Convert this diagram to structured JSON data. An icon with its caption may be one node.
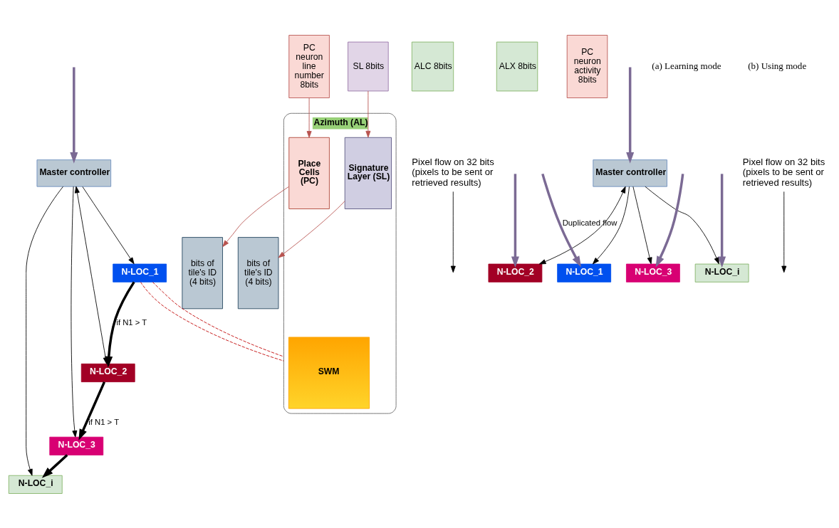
{
  "diagram": {
    "nodes": [
      {
        "text": [
          "bits of tile's ID (4 bits)"
        ]
      },
      {
        "text": [
          "ALC 8bits"
        ]
      },
      {
        "text": [
          "ALX 8bits"
        ]
      },
      {
        "text": [
          "SL 8bits"
        ]
      },
      {
        "text": [
          "Azimuth (AL)"
        ]
      },
      {
        "text": [
          "Signature Layer (SL)"
        ],
        "in": 4
      },
      {
        "text": [
          "SWM"
        ],
        "in": 4
      },
      {
        "text": [
          "Place Cells (PC)"
        ],
        "in": 4
      },
      {
        "text": [
          "bits of tile's ID (4 bits)"
        ]
      },
      {
        "text": [
          "PC neuron activity 8bits"
        ]
      },
      {
        "text": [
          "PC neuron line number 8bits"
        ]
      },
      {
        "text": [
          "Master controller"
        ]
      },
      {
        "text": [
          "N-LOC_1"
        ]
      },
      {
        "text": [
          "N-LOC_2"
        ]
      },
      {
        "text": [
          "N-LOC_3"
        ]
      },
      {
        "text": [
          "N-LOC_i"
        ]
      },
      {
        "text": [
          "Pixel flow on 32 bits",
          "(pixels to be sent or",
          "retrieved results)"
        ]
      },
      {
        "text": [
          "Master controller"
        ]
      },
      {
        "text": [
          "N-LOC_1"
        ]
      },
      {
        "text": [
          "N-LOC_2"
        ]
      },
      {
        "text": [
          "N-LOC_3"
        ]
      },
      {
        "text": [
          "N-LOC_i"
        ]
      },
      {
        "text": [
          "Pixel flow on 32 bits",
          "(pixels to be sent or",
          "retrieved results)"
        ]
      }
    ],
    "edges": [
      {
        "from": 5,
        "to": 0,
        "arrow": "to",
        "color": "#b85450"
      },
      {
        "from": 3,
        "to": 5,
        "arrow": "to",
        "color": "#b85450"
      },
      {
        "from": 7,
        "to": 8,
        "arrow": "to",
        "color": "#b85450"
      },
      {
        "from": 10,
        "to": 7,
        "arrow": "to",
        "color": "#b85450"
      },
      {
        "from": 12,
        "to": 4,
        "arrow": "none",
        "style": "dashed",
        "color": "#c00000"
      },
      {
        "from": 12,
        "to": 4,
        "arrow": "none",
        "style": "dashed",
        "color": "#c00000"
      },
      {
        "from": null,
        "to": 11,
        "arrow": "to",
        "style": "thick",
        "color": "#7b6a94"
      },
      {
        "from": 16,
        "to": null,
        "arrow": "to"
      },
      {
        "from": 11,
        "to": 12,
        "arrow": "to"
      },
      {
        "from": 11,
        "to": 13,
        "arrow": "both"
      },
      {
        "from": 11,
        "to": 14,
        "arrow": "to"
      },
      {
        "from": 11,
        "to": 15,
        "arrow": "to"
      },
      {
        "from": 12,
        "to": 13,
        "arrow": "to",
        "style": "thick",
        "label": "if N1 > T"
      },
      {
        "from": 13,
        "to": 14,
        "arrow": "to",
        "style": "thick",
        "label": "if N1 > T"
      },
      {
        "from": 14,
        "to": 15,
        "arrow": "to",
        "style": "thick"
      },
      {
        "from": null,
        "to": 17,
        "arrow": "to",
        "style": "thick",
        "color": "#7b6a94"
      },
      {
        "from": 22,
        "to": null,
        "arrow": "to"
      },
      {
        "from": 17,
        "to": 18,
        "arrow": "to"
      },
      {
        "from": 17,
        "to": 19,
        "arrow": "both"
      },
      {
        "from": 17,
        "to": 20,
        "arrow": "to"
      },
      {
        "from": 17,
        "to": 21,
        "arrow": "to"
      },
      {
        "from": null,
        "to": 18,
        "arrow": "to",
        "style": "thick",
        "color": "#7b6a94",
        "label": "Duplicated flow"
      },
      {
        "from": null,
        "to": 19,
        "arrow": "to",
        "style": "thick",
        "color": "#7b6a94"
      },
      {
        "from": null,
        "to": 20,
        "arrow": "to",
        "style": "thick",
        "color": "#7b6a94"
      },
      {
        "from": null,
        "to": 21,
        "arrow": "to",
        "style": "thick",
        "color": "#7b6a94"
      }
    ],
    "labels": [
      "(a) Learning mode",
      "(b) Using mode"
    ]
  }
}
